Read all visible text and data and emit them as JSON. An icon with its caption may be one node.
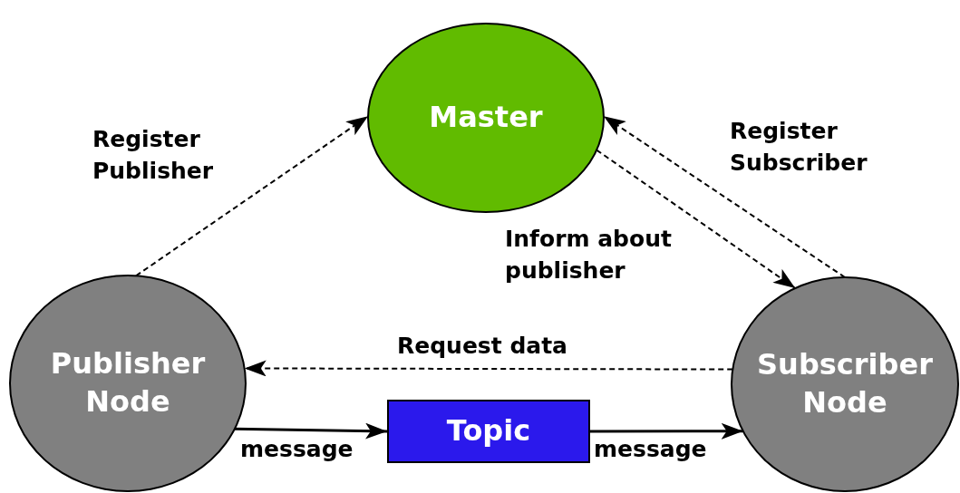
{
  "diagram": {
    "nodes": [
      {
        "text": [
          "Master"
        ]
      },
      {
        "text": [
          "Publisher Node"
        ]
      },
      {
        "text": [
          "Subscriber Node"
        ]
      },
      {
        "text": [
          "Topic"
        ]
      }
    ],
    "edges": [
      {
        "from": 1,
        "to": 0,
        "arrow": "to",
        "label": "Register Publisher",
        "style": "dashed"
      },
      {
        "from": 2,
        "to": 0,
        "arrow": "to",
        "label": "Register Subscriber",
        "style": "dashed"
      },
      {
        "from": 0,
        "to": 2,
        "arrow": "to",
        "label": "Inform about publisher",
        "style": "dashed"
      },
      {
        "from": 2,
        "to": 1,
        "arrow": "to",
        "label": "Request data",
        "style": "dashed"
      },
      {
        "from": 1,
        "to": 3,
        "arrow": "to",
        "label": "message"
      },
      {
        "from": 3,
        "to": 2,
        "arrow": "to",
        "label": "message"
      }
    ]
  }
}
